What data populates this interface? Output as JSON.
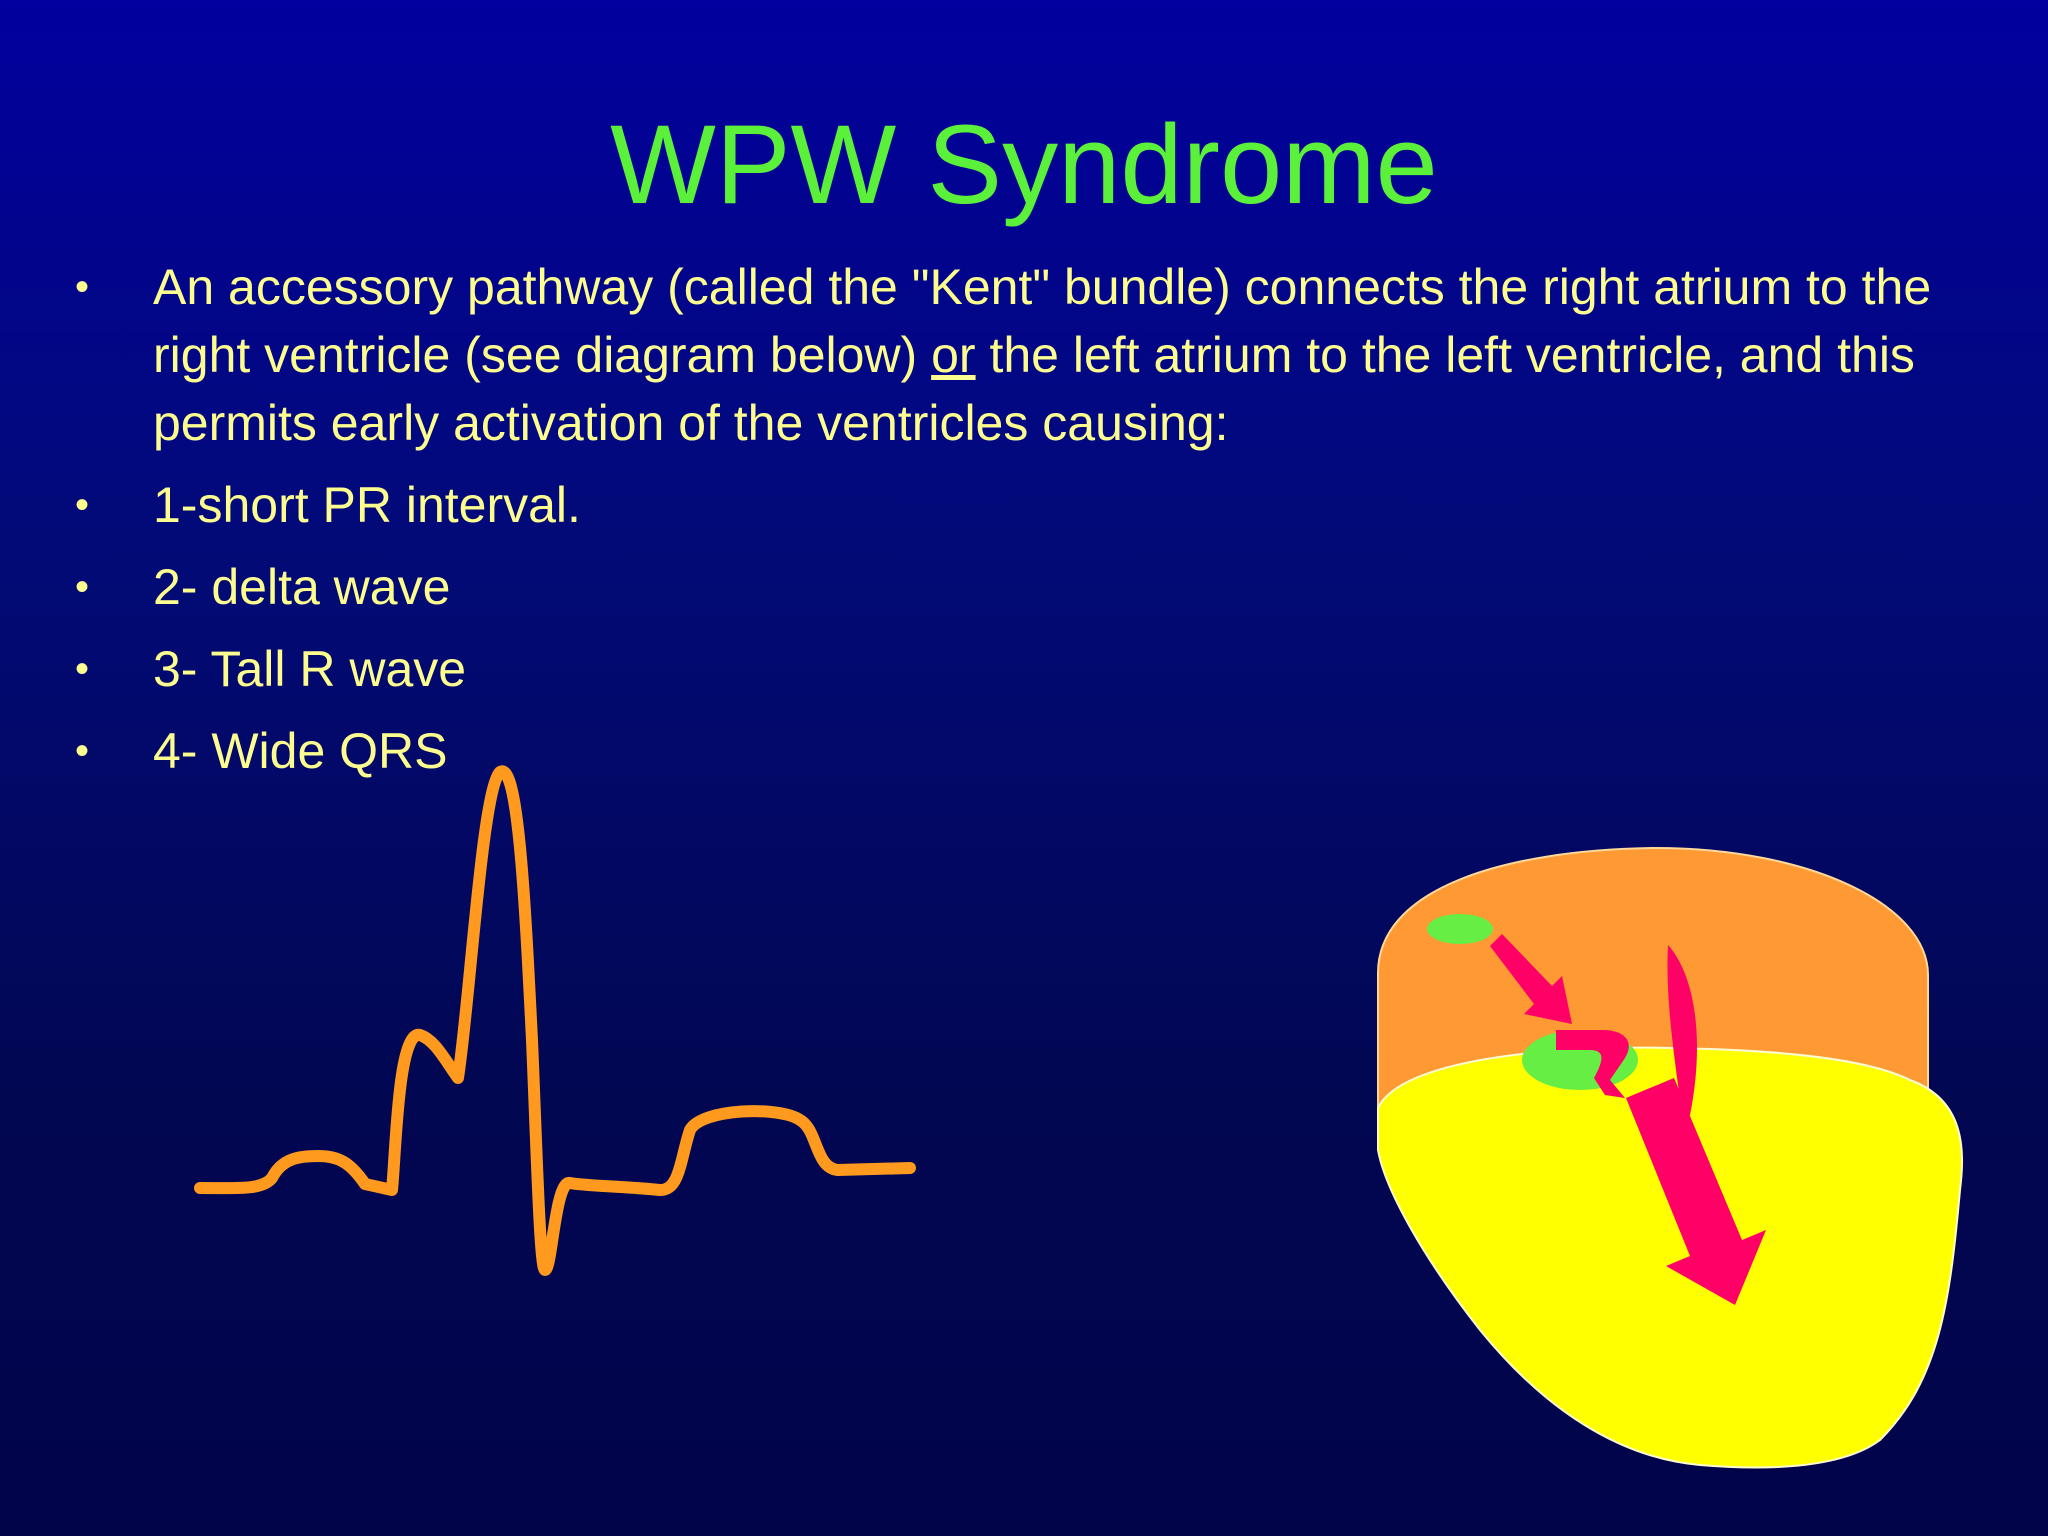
{
  "slide": {
    "title": "WPW Syndrome",
    "bullets": [
      {
        "parts": [
          "An accessory pathway (called the \"Kent\" bundle) connects the right atrium to the right ventricle (see diagram below) ",
          "or",
          " the left atrium to the left ventricle, and this permits early activation of the ventricles causing:"
        ]
      },
      {
        "text": "1-short PR interval."
      },
      {
        "text": "2- delta wave"
      },
      {
        "text": "3- Tall R wave"
      },
      {
        "text": "4- Wide QRS"
      }
    ]
  },
  "colors": {
    "background_top": "#02009e",
    "background_bottom": "#010449",
    "title": "#5bf03a",
    "text": "#fdfd8f",
    "ecg_trace": "#ff9a1f",
    "atria": "#ff9933",
    "ventricles": "#ffff00",
    "nodes": "#66ee44",
    "arrows": "#ff0066"
  },
  "icons": {
    "ecg": "ecg-waveform",
    "heart": "heart-schematic"
  }
}
